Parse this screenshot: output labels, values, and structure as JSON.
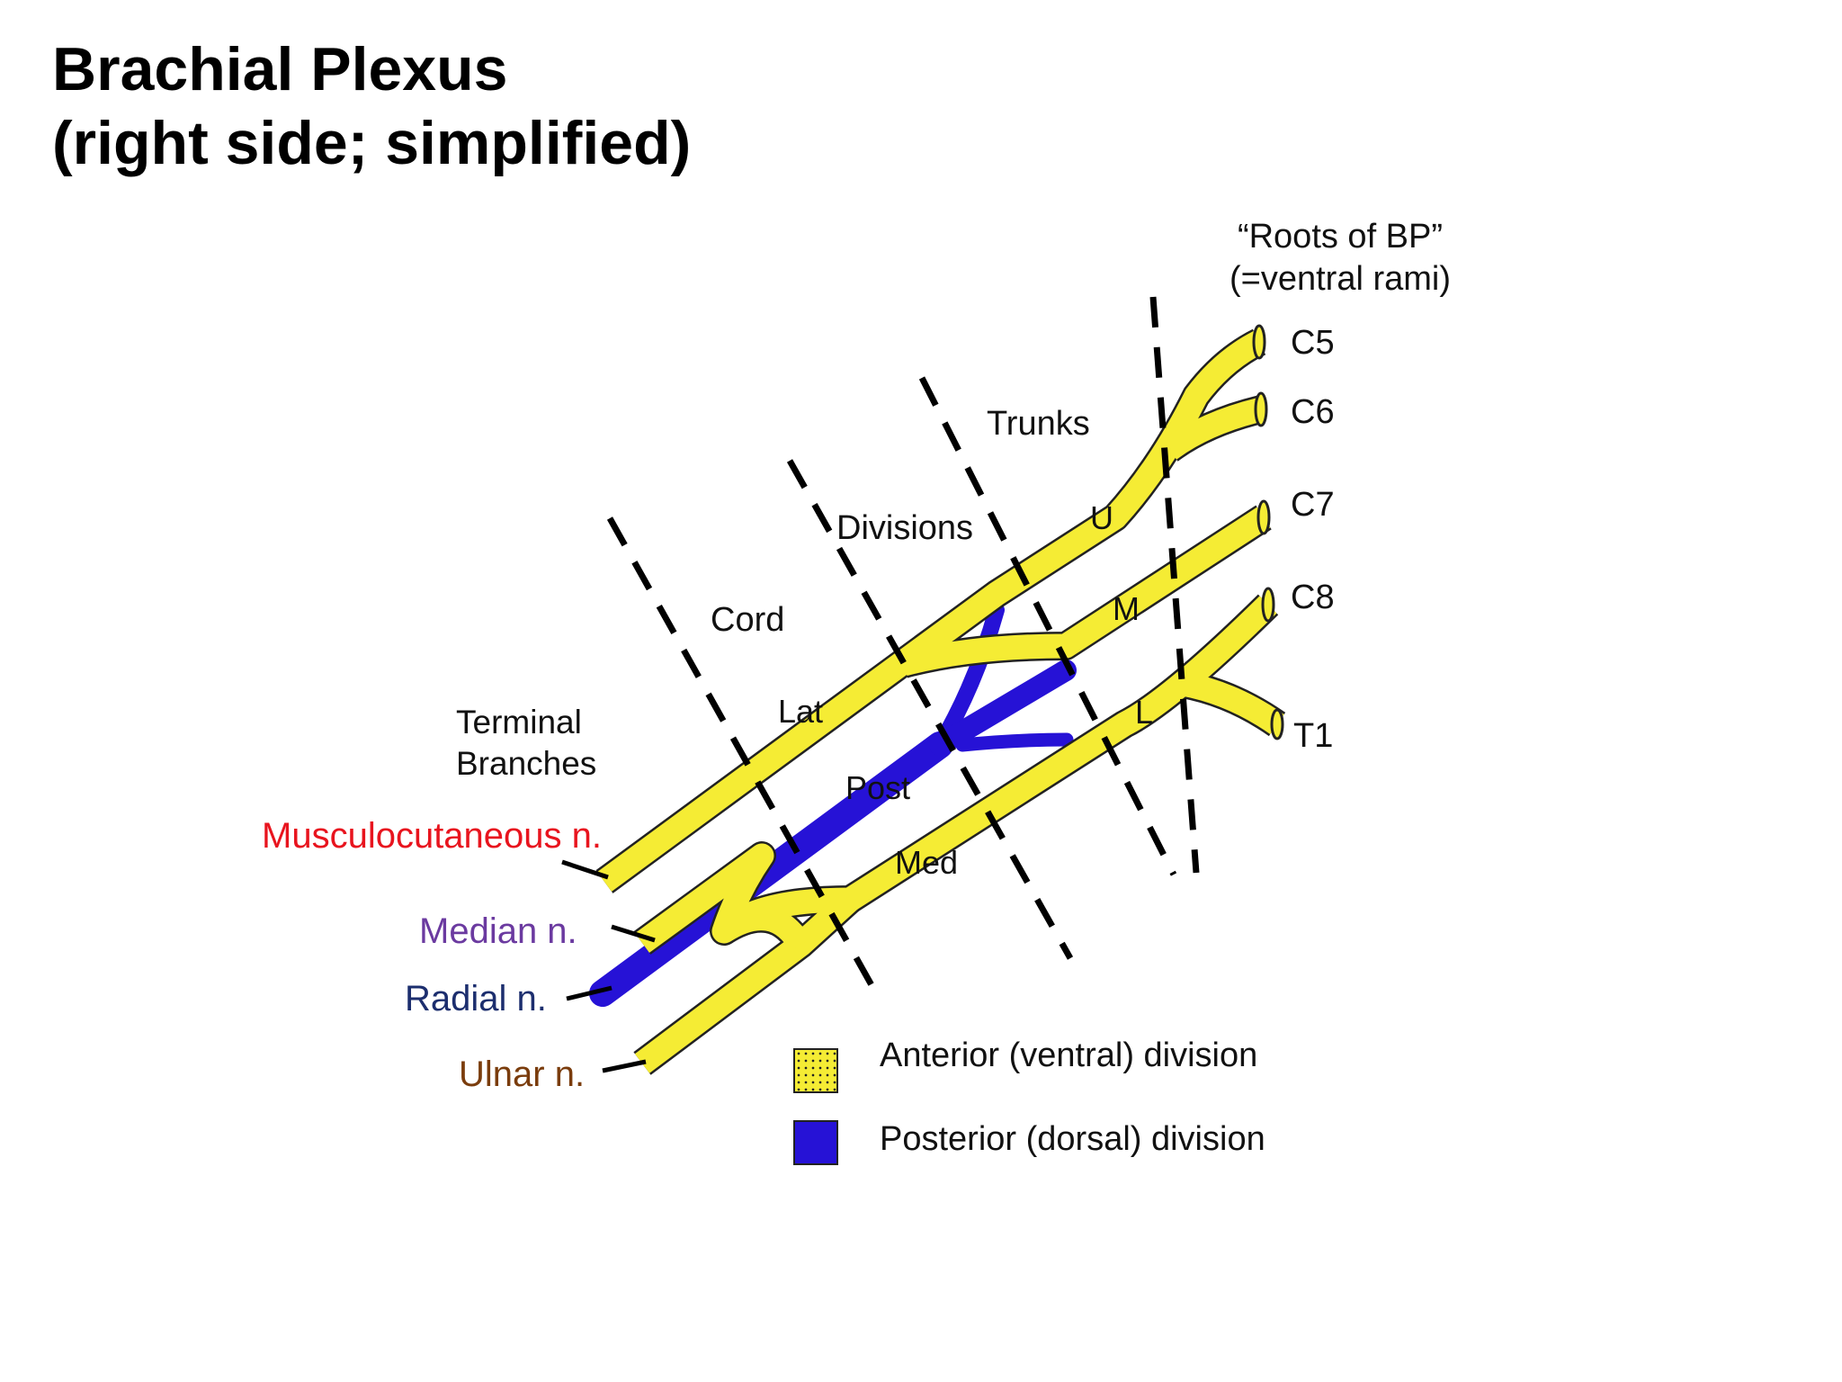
{
  "title": {
    "line1": "Brachial Plexus",
    "line2": "(right side; simplified)"
  },
  "roots_header": {
    "line1": "“Roots of BP”",
    "line2": "(=ventral rami)"
  },
  "roots": {
    "c5": "C5",
    "c6": "C6",
    "c7": "C7",
    "c8": "C8",
    "t1": "T1"
  },
  "zones": {
    "trunks": "Trunks",
    "divisions": "Divisions",
    "cord": "Cord",
    "terminal_line1": "Terminal",
    "terminal_line2": "Branches"
  },
  "trunk_letters": {
    "upper": "U",
    "middle": "M",
    "lower": "L"
  },
  "cords": {
    "lateral": "Lat",
    "posterior": "Post",
    "medial": "Med"
  },
  "branches": [
    {
      "label": "Musculocutaneous  n.",
      "color": "#e8141e"
    },
    {
      "label": "Median  n.",
      "color": "#6b3aa0"
    },
    {
      "label": "Radial n.",
      "color": "#1c2e6e"
    },
    {
      "label": "Ulnar  n.",
      "color": "#7a3c0c"
    }
  ],
  "legend": {
    "anterior": {
      "label": "Anterior (ventral) division",
      "color": "#f5ec34"
    },
    "posterior": {
      "label": "Posterior (dorsal) division",
      "color": "#2612d6"
    }
  }
}
